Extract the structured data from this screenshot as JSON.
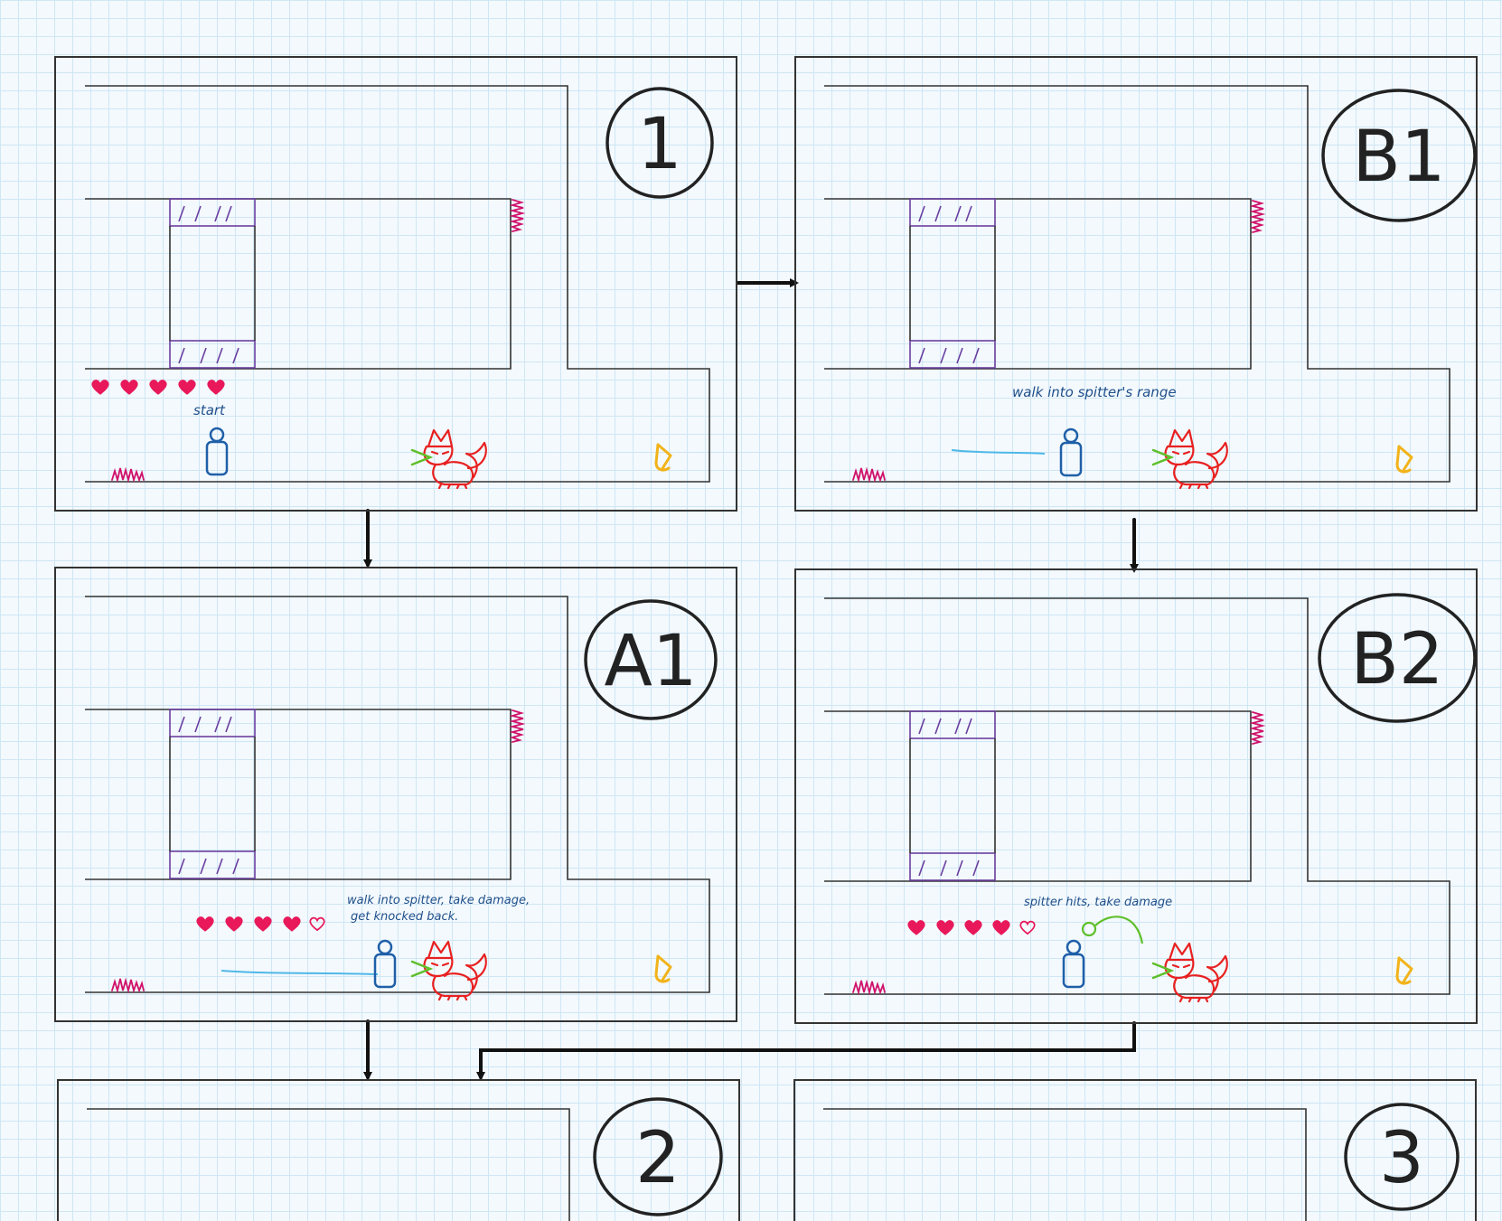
{
  "panels": [
    {
      "id": "1",
      "label": "1",
      "notes": [
        "start"
      ],
      "hearts_full": 5,
      "hearts_empty": 0
    },
    {
      "id": "B1",
      "label": "B1",
      "notes": [
        "walk into spitter's range"
      ],
      "hearts_full": 0,
      "hearts_empty": 0
    },
    {
      "id": "A1",
      "label": "A1",
      "notes": [
        "walk into spitter, take damage,",
        "get knocked back."
      ],
      "hearts_full": 4,
      "hearts_empty": 1
    },
    {
      "id": "B2",
      "label": "B2",
      "notes": [
        "spitter hits, take damage"
      ],
      "hearts_full": 4,
      "hearts_empty": 1
    },
    {
      "id": "2",
      "label": "2",
      "notes": [],
      "hearts_full": 0,
      "hearts_empty": 0
    },
    {
      "id": "3",
      "label": "3",
      "notes": [],
      "hearts_full": 0,
      "hearts_empty": 0
    }
  ],
  "colors": {
    "ink": "#333333",
    "heart": "#e8185a",
    "player": "#1f5fa8",
    "spitter": "#e82020",
    "spit": "#5fbf2a",
    "dash_trail": "#4fb8e8",
    "door": "#6b3fa0",
    "goal": "#f2b31a",
    "grass": "#d0106a",
    "note_text": "#1f4f8a"
  },
  "icons": [
    "heart-icon",
    "player-icon",
    "spitter-fox-icon",
    "goal-icon",
    "grass-spikes-icon",
    "door-hatch-icon"
  ]
}
